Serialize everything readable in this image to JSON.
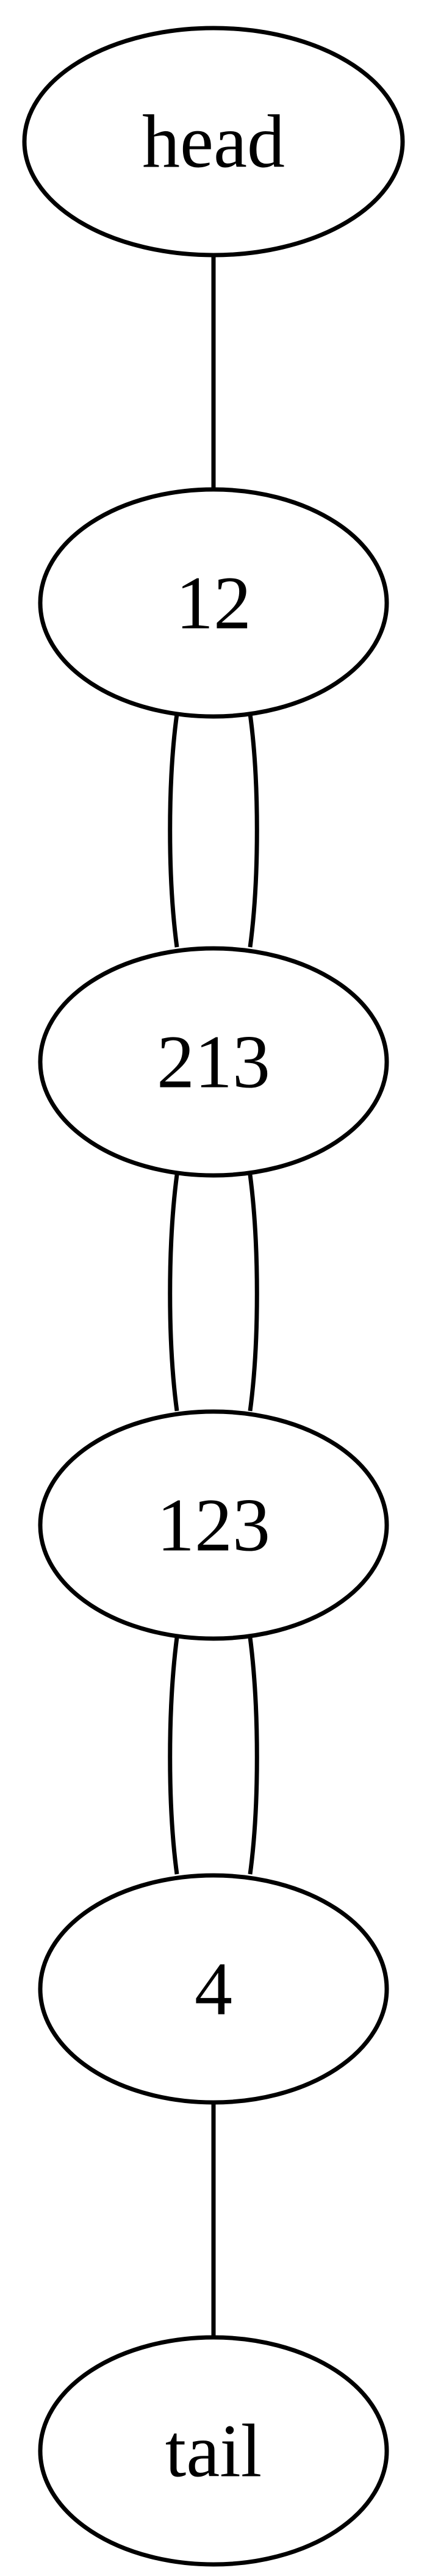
{
  "diagram": {
    "type": "graph",
    "nodes": [
      {
        "id": "head",
        "label": "head"
      },
      {
        "id": "n12",
        "label": "12"
      },
      {
        "id": "n213",
        "label": "213"
      },
      {
        "id": "n123",
        "label": "123"
      },
      {
        "id": "n4",
        "label": "4"
      },
      {
        "id": "tail",
        "label": "tail"
      }
    ],
    "edges": [
      {
        "from": "head",
        "to": "n12"
      },
      {
        "from": "n12",
        "to": "n213"
      },
      {
        "from": "n213",
        "to": "n12"
      },
      {
        "from": "n213",
        "to": "n123"
      },
      {
        "from": "n123",
        "to": "n213"
      },
      {
        "from": "n123",
        "to": "n4"
      },
      {
        "from": "n4",
        "to": "n123"
      },
      {
        "from": "n4",
        "to": "tail"
      }
    ]
  }
}
